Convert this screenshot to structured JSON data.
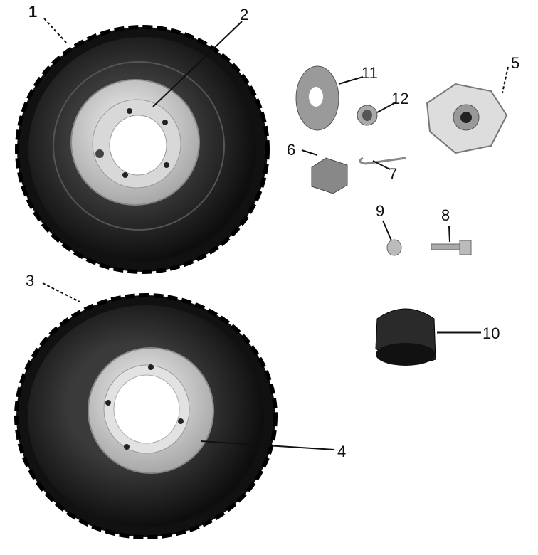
{
  "diagram": {
    "callouts": [
      {
        "id": "1",
        "part": "front-tire"
      },
      {
        "id": "2",
        "part": "front-rim"
      },
      {
        "id": "3",
        "part": "rear-tire"
      },
      {
        "id": "4",
        "part": "rear-rim"
      },
      {
        "id": "5",
        "part": "wheel-hub"
      },
      {
        "id": "6",
        "part": "castle-nut"
      },
      {
        "id": "7",
        "part": "cotter-pin"
      },
      {
        "id": "8",
        "part": "bolt"
      },
      {
        "id": "9",
        "part": "washer"
      },
      {
        "id": "10",
        "part": "hub-cap"
      },
      {
        "id": "11",
        "part": "dust-cover"
      },
      {
        "id": "12",
        "part": "spacer"
      }
    ],
    "colors": {
      "tire": "#1c1c1c",
      "rim": "#c8c8c8",
      "metal": "#b0b0b0"
    }
  }
}
